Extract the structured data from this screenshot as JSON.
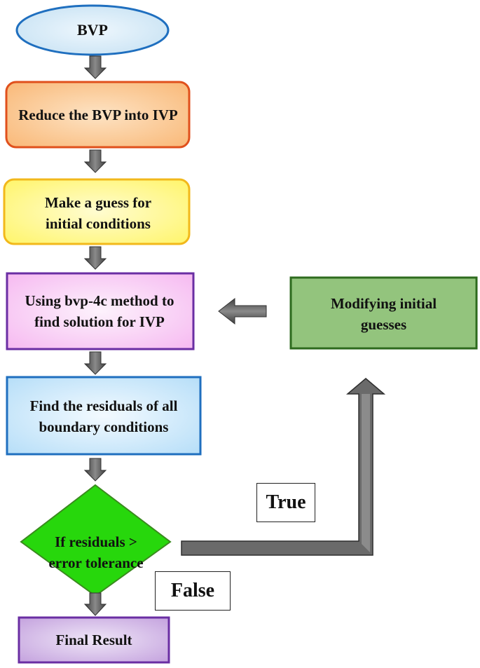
{
  "nodes": {
    "start": {
      "label": "BVP"
    },
    "reduce": {
      "label": "Reduce the BVP into IVP"
    },
    "guess": {
      "label": "Make a guess for initial conditions"
    },
    "solve": {
      "label": "Using bvp-4c method to find solution for IVP"
    },
    "residuals": {
      "label": "Find the residuals of all boundary conditions"
    },
    "decision": {
      "label": "If residuals > error tolerance"
    },
    "final": {
      "label": "Final Result"
    },
    "modify": {
      "label": "Modifying initial guesses"
    }
  },
  "edges": {
    "true_label": "True",
    "false_label": "False"
  },
  "colors": {
    "start_fill": "#c9e3f4",
    "start_stroke": "#1f6fbf",
    "reduce_fill": "#f9b877",
    "reduce_stroke": "#e0501c",
    "guess_fill": "#fff56a",
    "guess_stroke": "#f2b81b",
    "solve_fill": "#f6b9f1",
    "solve_stroke": "#6a2ea3",
    "residuals_fill": "#b6def8",
    "residuals_stroke": "#1f6fbf",
    "decision_fill": "#27d70c",
    "decision_stroke": "#3a8a1e",
    "final_fill": "#c4a2de",
    "final_stroke": "#6a2ea3",
    "modify_fill": "#93c47d",
    "modify_stroke": "#2e6b1e",
    "arrow_fill": "#5f5f5f"
  }
}
